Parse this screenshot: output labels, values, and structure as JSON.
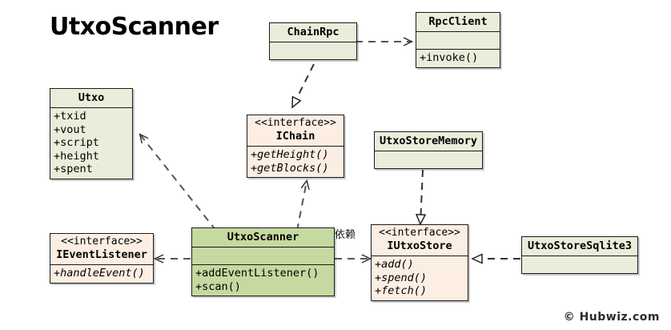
{
  "diagram": {
    "title": "UtxoScanner",
    "watermark": "© Hubwiz.com",
    "colors": {
      "class_fill": "#e9eedb",
      "interface_fill": "#fceee3",
      "highlight_fill": "#c5d9a0",
      "border": "#1a1a1a",
      "edge": "#555555",
      "background": "#ffffff"
    }
  },
  "nodes": {
    "chainrpc": {
      "name": "ChainRpc",
      "stereotype": "",
      "attributes": [],
      "methods": []
    },
    "rpcclient": {
      "name": "RpcClient",
      "stereotype": "",
      "attributes": [],
      "methods": [
        "+invoke()"
      ]
    },
    "utxo": {
      "name": "Utxo",
      "stereotype": "",
      "attributes": [
        "+txid",
        "+vout",
        "+script",
        "+height",
        "+spent"
      ],
      "methods": []
    },
    "ichain": {
      "name": "IChain",
      "stereotype": "<<interface>>",
      "attributes": [],
      "methods": [
        "+getHeight()",
        "+getBlocks()"
      ]
    },
    "utxostorememory": {
      "name": "UtxoStoreMemory",
      "stereotype": "",
      "attributes": [],
      "methods": []
    },
    "ieventlistener": {
      "name": "IEventListener",
      "stereotype": "<<interface>>",
      "attributes": [],
      "methods": [
        "+handleEvent()"
      ]
    },
    "utxoscanner": {
      "name": "UtxoScanner",
      "stereotype": "",
      "attributes": [],
      "methods": [
        "+addEventListener()",
        "+scan()"
      ]
    },
    "iutxostore": {
      "name": "IUtxoStore",
      "stereotype": "<<interface>>",
      "attributes": [],
      "methods": [
        "+add()",
        "+spend()",
        "+fetch()"
      ]
    },
    "utxostoresqlite3": {
      "name": "UtxoStoreSqlite3",
      "stereotype": "",
      "attributes": [],
      "methods": []
    }
  },
  "edges": {
    "dependency_label": "依赖"
  }
}
